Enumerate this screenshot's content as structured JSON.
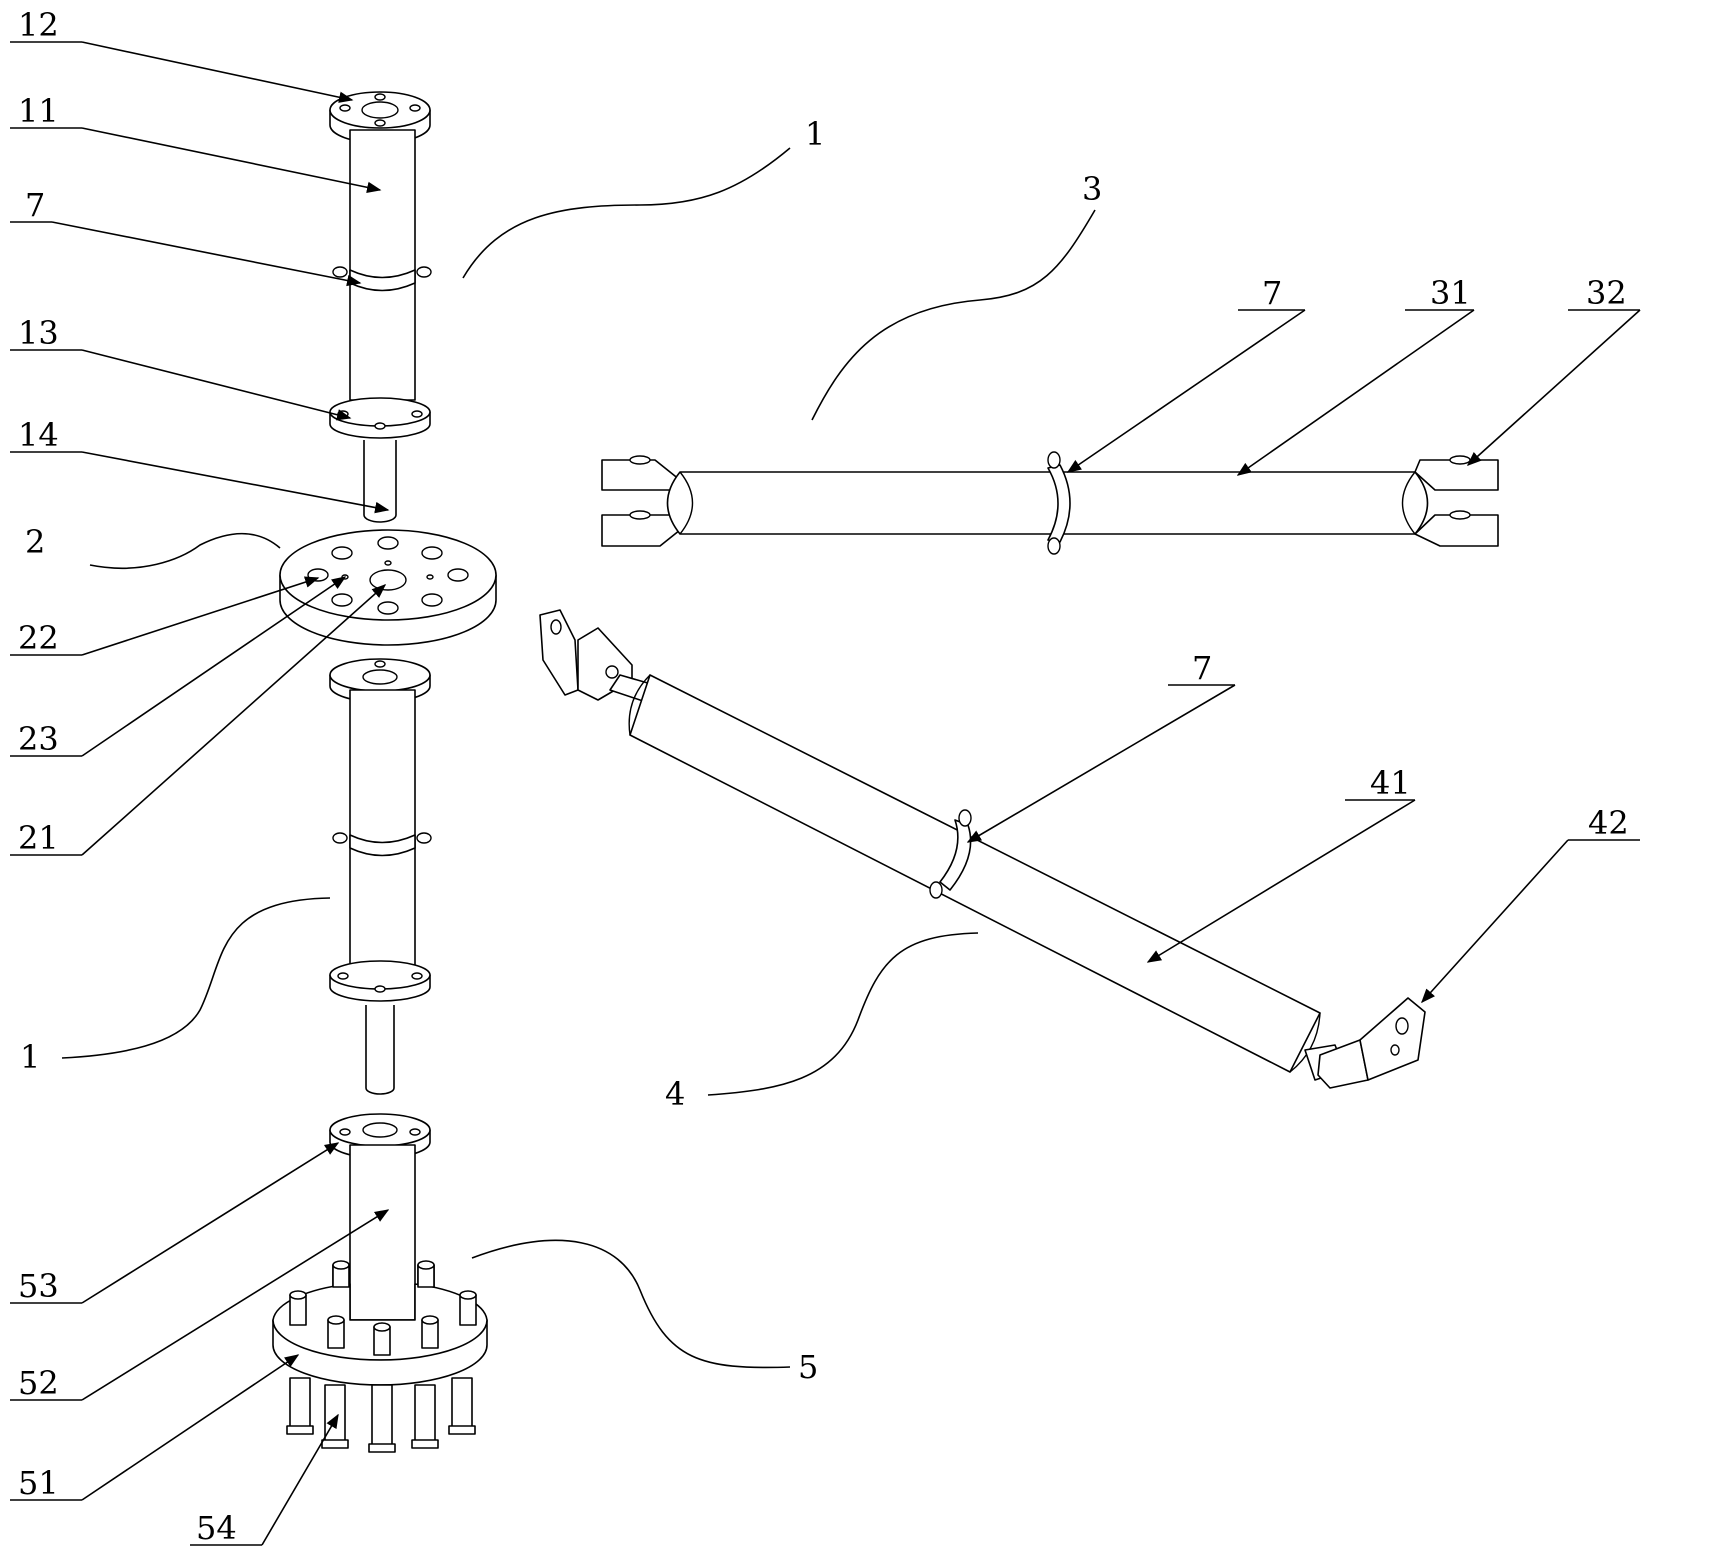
{
  "labels": {
    "l12": "12",
    "l11": "11",
    "l7a": "7",
    "l13": "13",
    "l14": "14",
    "l2": "2",
    "l22": "22",
    "l23": "23",
    "l21": "21",
    "l1a": "1",
    "l1b": "1",
    "l3": "3",
    "l7b": "7",
    "l31": "31",
    "l32": "32",
    "l7c": "7",
    "l41": "41",
    "l42": "42",
    "l4": "4",
    "l53": "53",
    "l52": "52",
    "l51": "51",
    "l54": "54",
    "l5": "5"
  },
  "colors": {
    "line": "#000000",
    "background": "#ffffff"
  }
}
